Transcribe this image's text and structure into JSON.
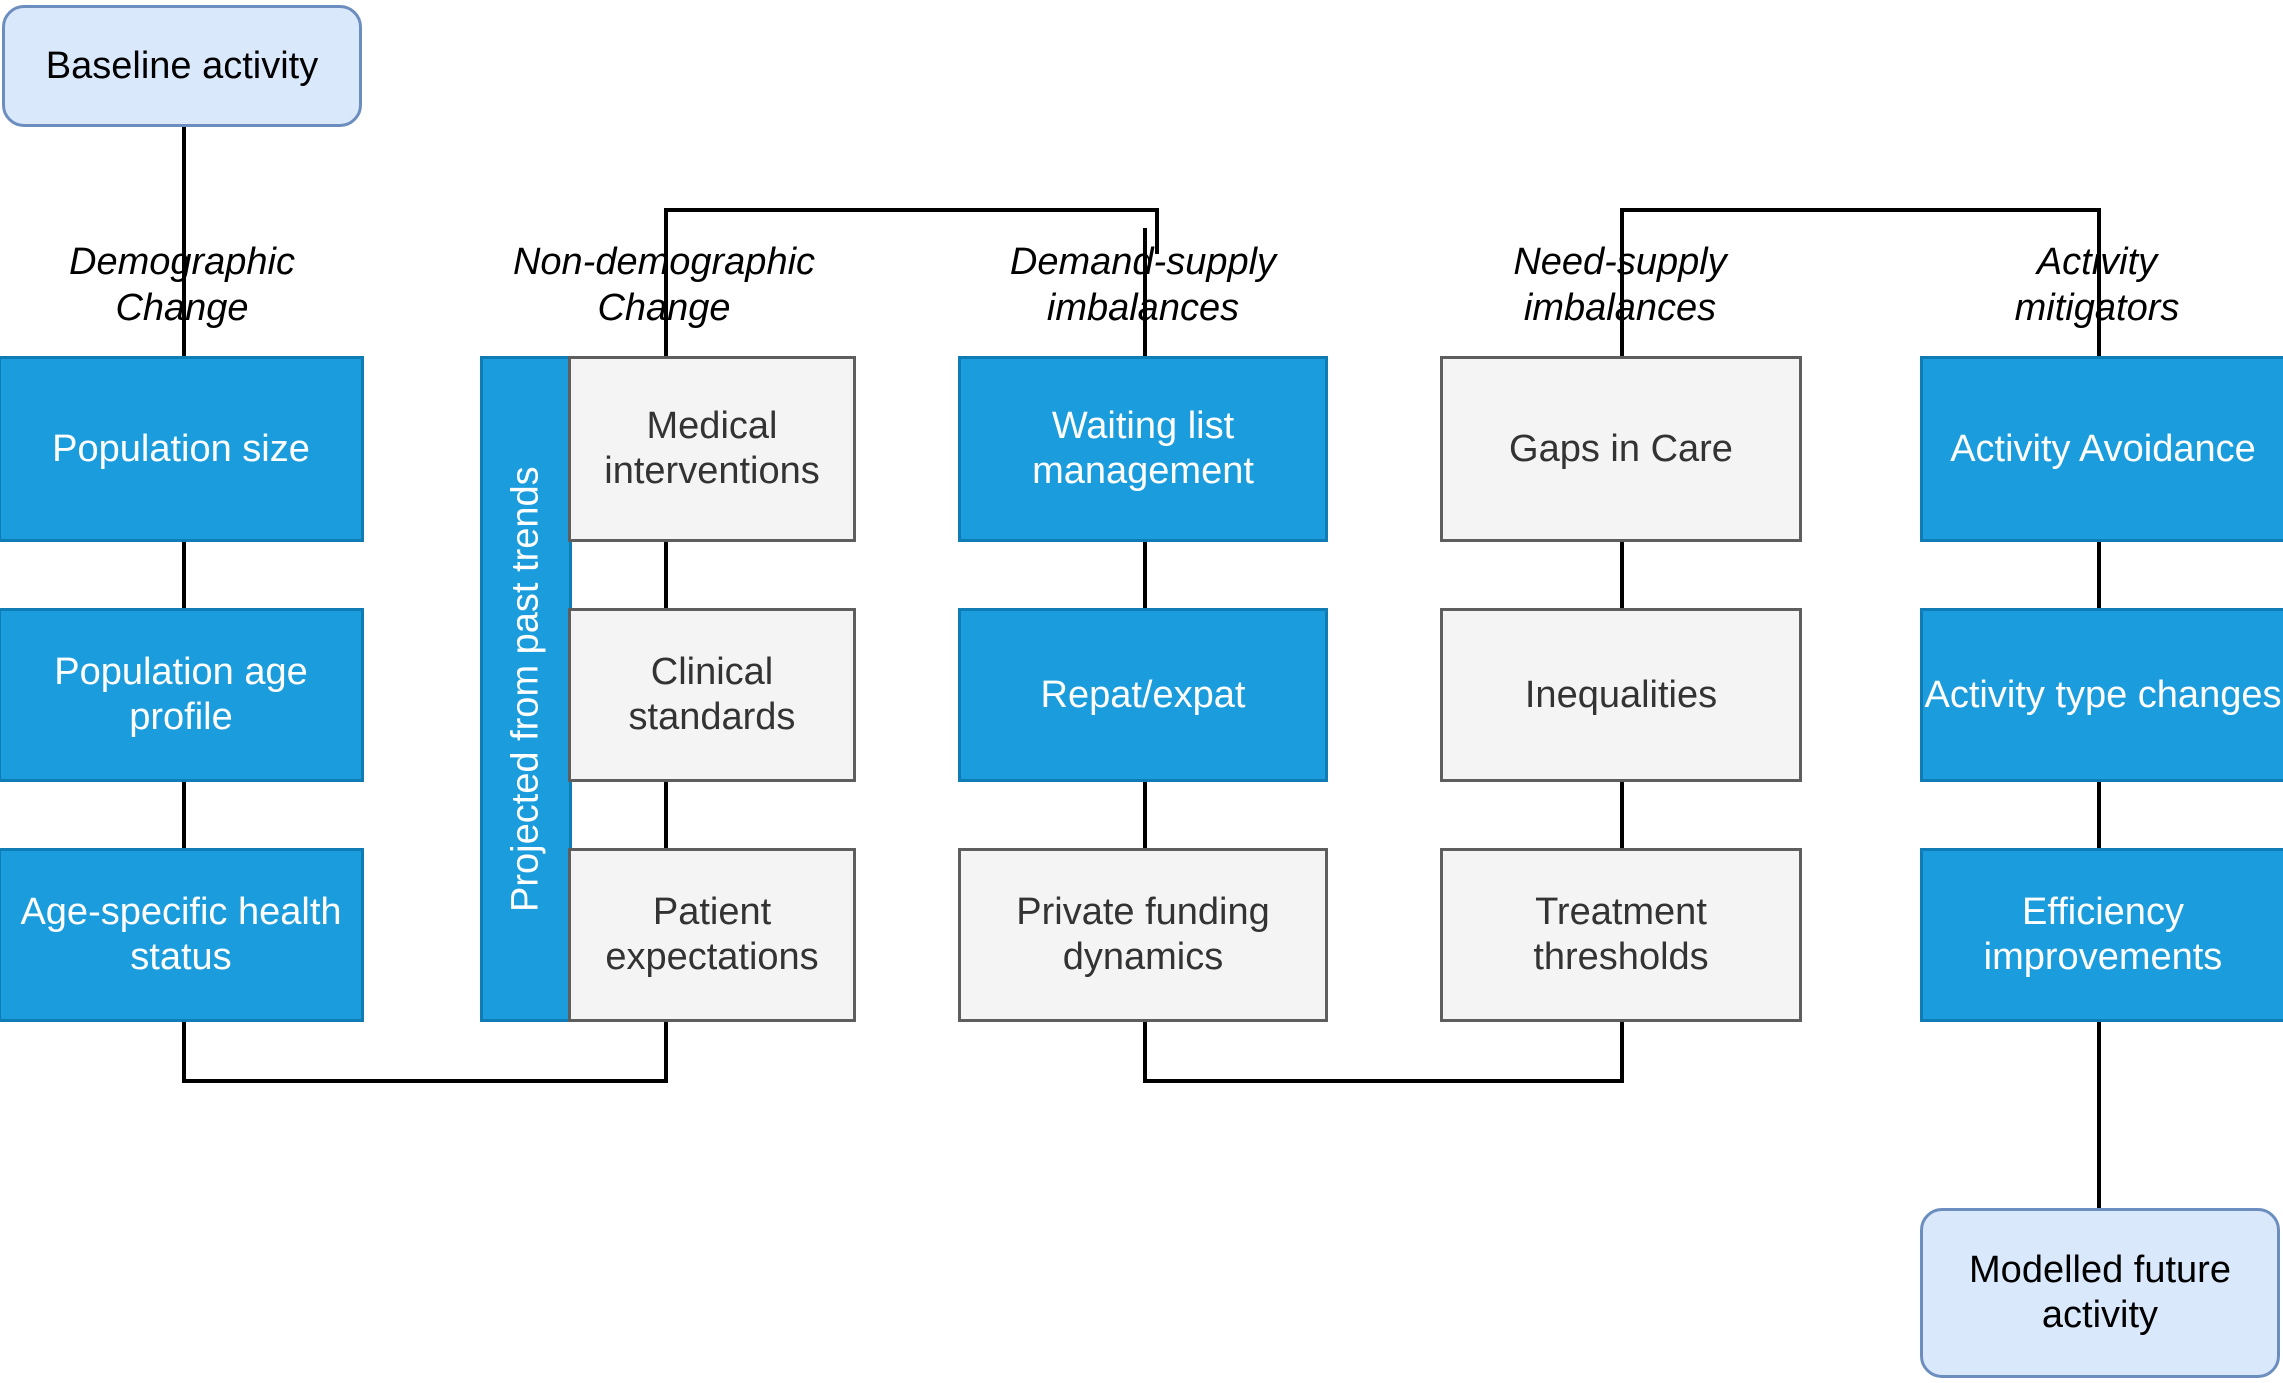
{
  "diagram": {
    "title": "Baseline to modelled future activity flow",
    "colors": {
      "blue_fill": "#1b9ddd",
      "blue_stroke": "#0f7cb5",
      "grey_fill": "#f4f4f4",
      "grey_stroke": "#5e5e5e",
      "terminal_fill": "#dae8fc",
      "terminal_stroke": "#6c8ebf",
      "connector": "#000000",
      "background": "#ffffff"
    }
  },
  "terminals": {
    "start": "Baseline activity",
    "end": "Modelled future\nactivity"
  },
  "branches": [
    {
      "id": "demographic-change",
      "caption": "Demographic\nChange",
      "nodes": [
        {
          "label": "Population size",
          "style": "blue"
        },
        {
          "label": "Population age profile",
          "style": "blue"
        },
        {
          "label": "Age-specific health\nstatus",
          "style": "blue"
        }
      ]
    },
    {
      "id": "non-demographic-change",
      "caption": "Non-demographic\nChange",
      "band": "Projected from past trends",
      "nodes": [
        {
          "label": "Medical\ninterventions",
          "style": "grey"
        },
        {
          "label": "Clinical\nstandards",
          "style": "grey"
        },
        {
          "label": "Patient\nexpectations",
          "style": "grey"
        }
      ]
    },
    {
      "id": "demand-supply-imbalances",
      "caption": "Demand-supply\nimbalances",
      "nodes": [
        {
          "label": "Waiting list\nmanagement",
          "style": "blue"
        },
        {
          "label": "Repat/expat",
          "style": "blue"
        },
        {
          "label": "Private funding\ndynamics",
          "style": "grey"
        }
      ]
    },
    {
      "id": "need-supply-imbalances",
      "caption": "Need-supply\nimbalances",
      "nodes": [
        {
          "label": "Gaps in Care",
          "style": "grey"
        },
        {
          "label": "Inequalities",
          "style": "grey"
        },
        {
          "label": "Treatment thresholds",
          "style": "grey"
        }
      ]
    },
    {
      "id": "activity-mitigators",
      "caption": "Activity\nmitigators",
      "nodes": [
        {
          "label": "Activity Avoidance",
          "style": "blue"
        },
        {
          "label": "Activity type changes",
          "style": "blue"
        },
        {
          "label": "Efficiency\nimprovements",
          "style": "blue"
        }
      ]
    }
  ]
}
